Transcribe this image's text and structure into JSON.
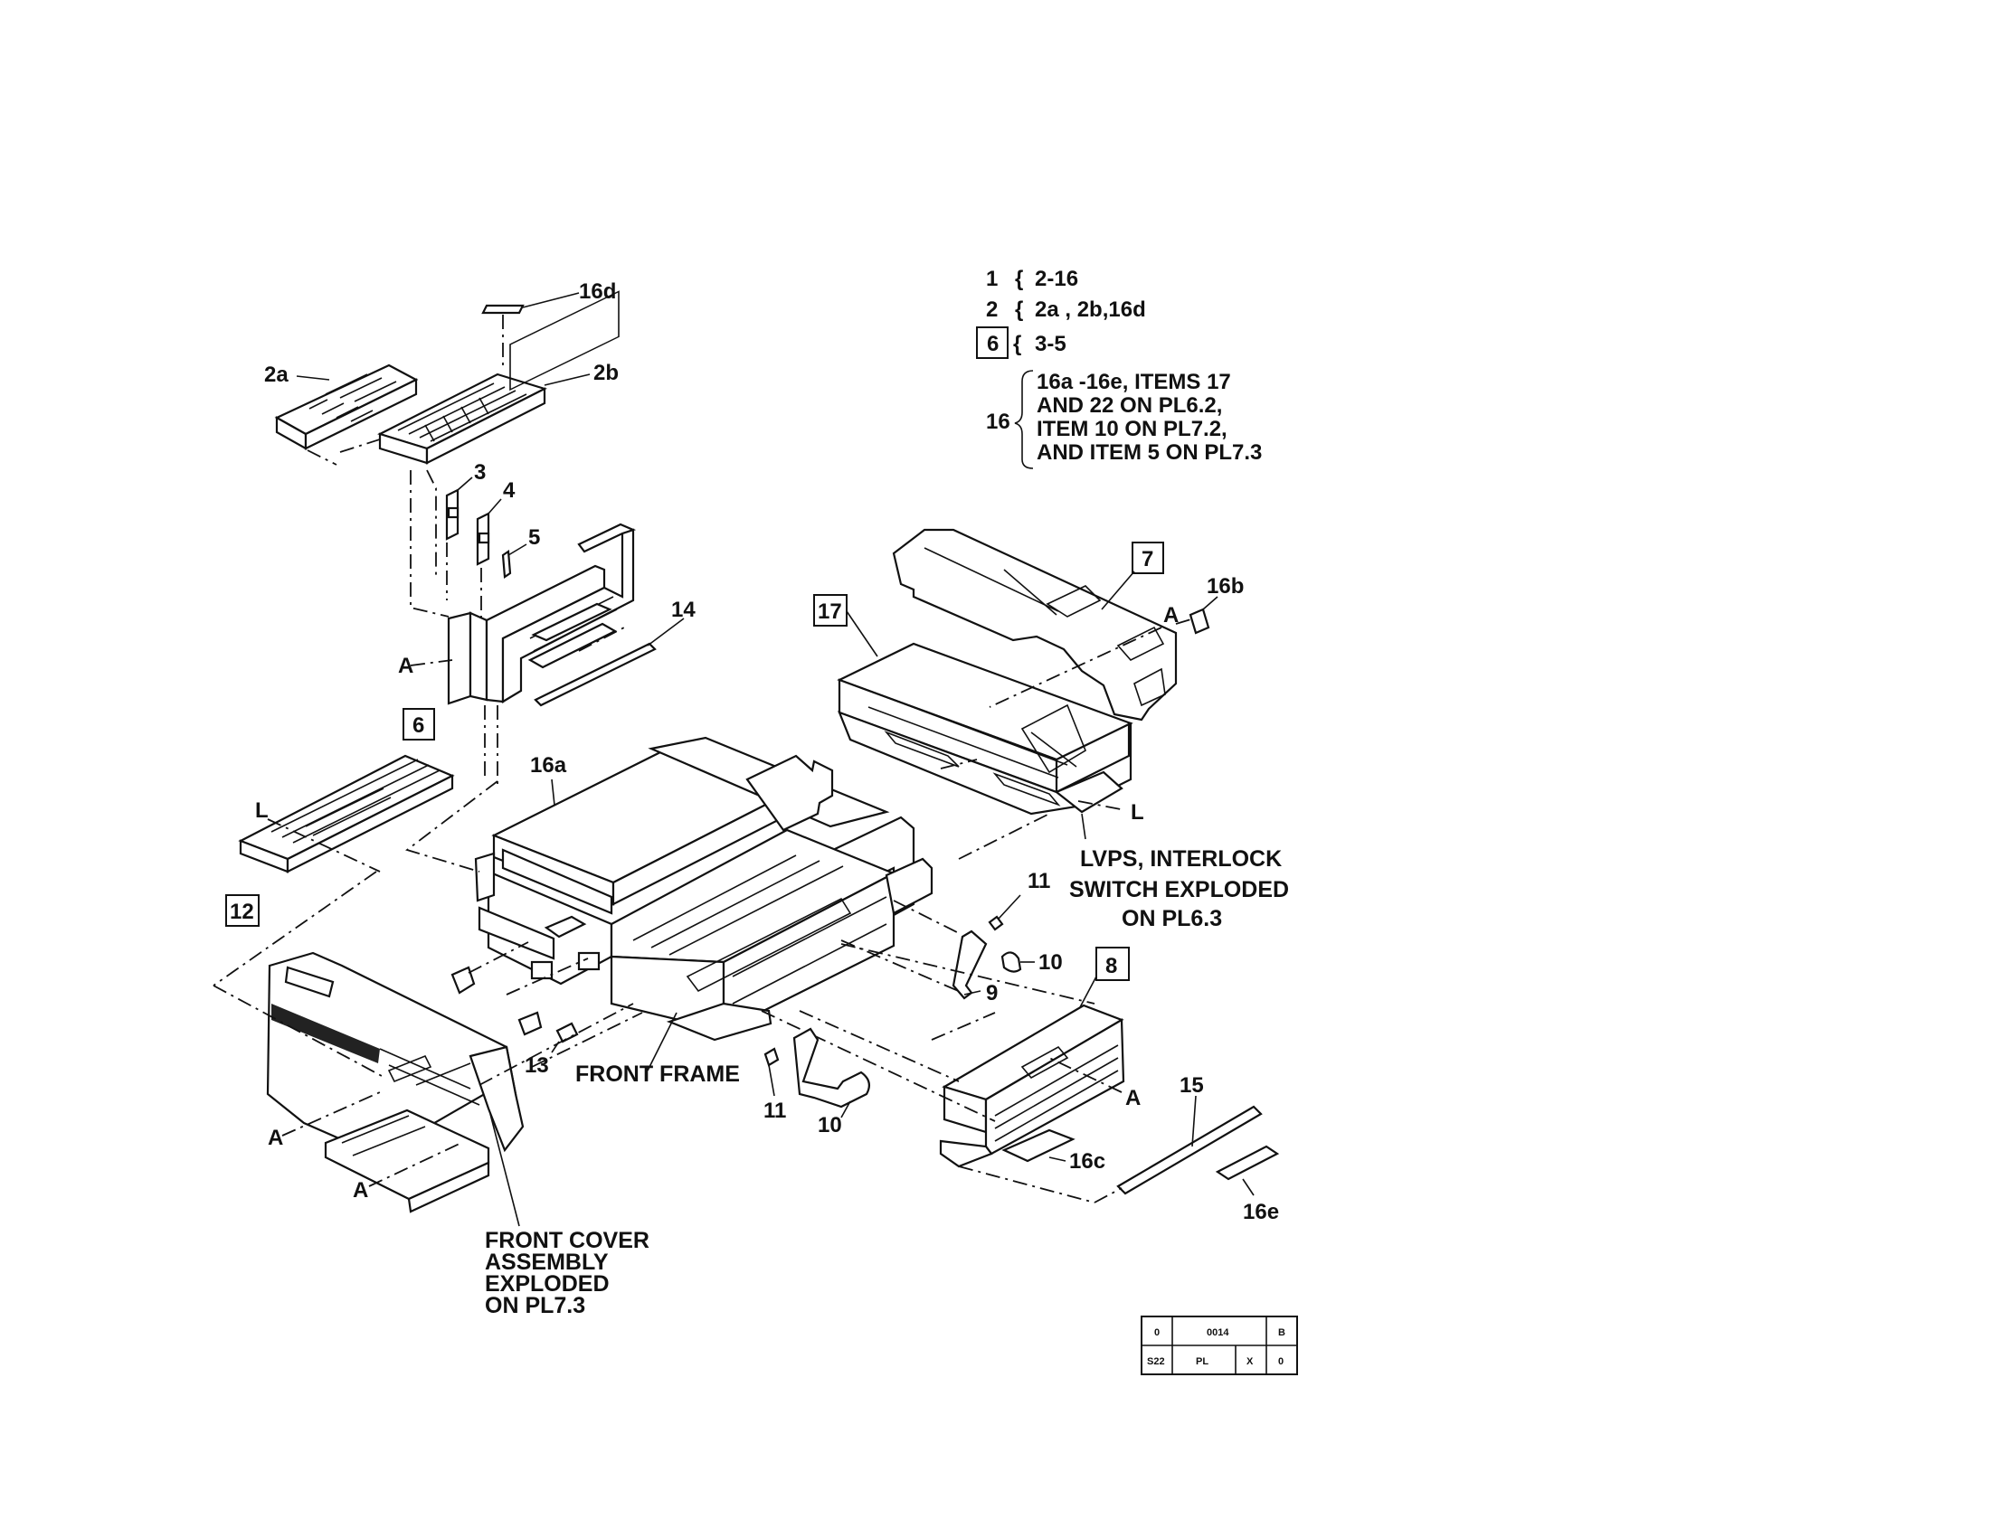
{
  "legend": {
    "rows": [
      {
        "key": "1",
        "boxed": false,
        "value": "2-16"
      },
      {
        "key": "2",
        "boxed": false,
        "value": "2a , 2b,16d"
      },
      {
        "key": "6",
        "boxed": true,
        "value": "3-5"
      }
    ],
    "row16": {
      "key": "16",
      "lines": [
        "16a -16e, ITEMS 17",
        "AND 22 ON PL6.2,",
        "ITEM 10 ON PL7.2,",
        "AND ITEM 5 ON PL7.3"
      ]
    }
  },
  "callouts": {
    "c16d": "16d",
    "c2a": "2a",
    "c2b": "2b",
    "c3": "3",
    "c4": "4",
    "c5": "5",
    "c14": "14",
    "c6": "6",
    "c7": "7",
    "c16b": "16b",
    "c17": "17",
    "c16a": "16a",
    "c12": "12",
    "c11a": "11",
    "c10a": "10",
    "c9": "9",
    "c8": "8",
    "c13": "13",
    "c11b": "11",
    "c10b": "10",
    "c15": "15",
    "c16c": "16c",
    "c16e": "16e",
    "refA": "A",
    "refL": "L"
  },
  "notes": {
    "front_frame": "FRONT FRAME",
    "lvps": [
      "LVPS, INTERLOCK",
      "SWITCH EXPLODED",
      "ON PL6.3"
    ],
    "front_cover": [
      "FRONT COVER",
      "ASSEMBLY",
      "EXPLODED",
      "ON PL7.3"
    ]
  },
  "title_block": {
    "top": [
      "0",
      "0014",
      "B"
    ],
    "bottom": [
      "S22",
      "PL",
      "X",
      "0"
    ]
  }
}
